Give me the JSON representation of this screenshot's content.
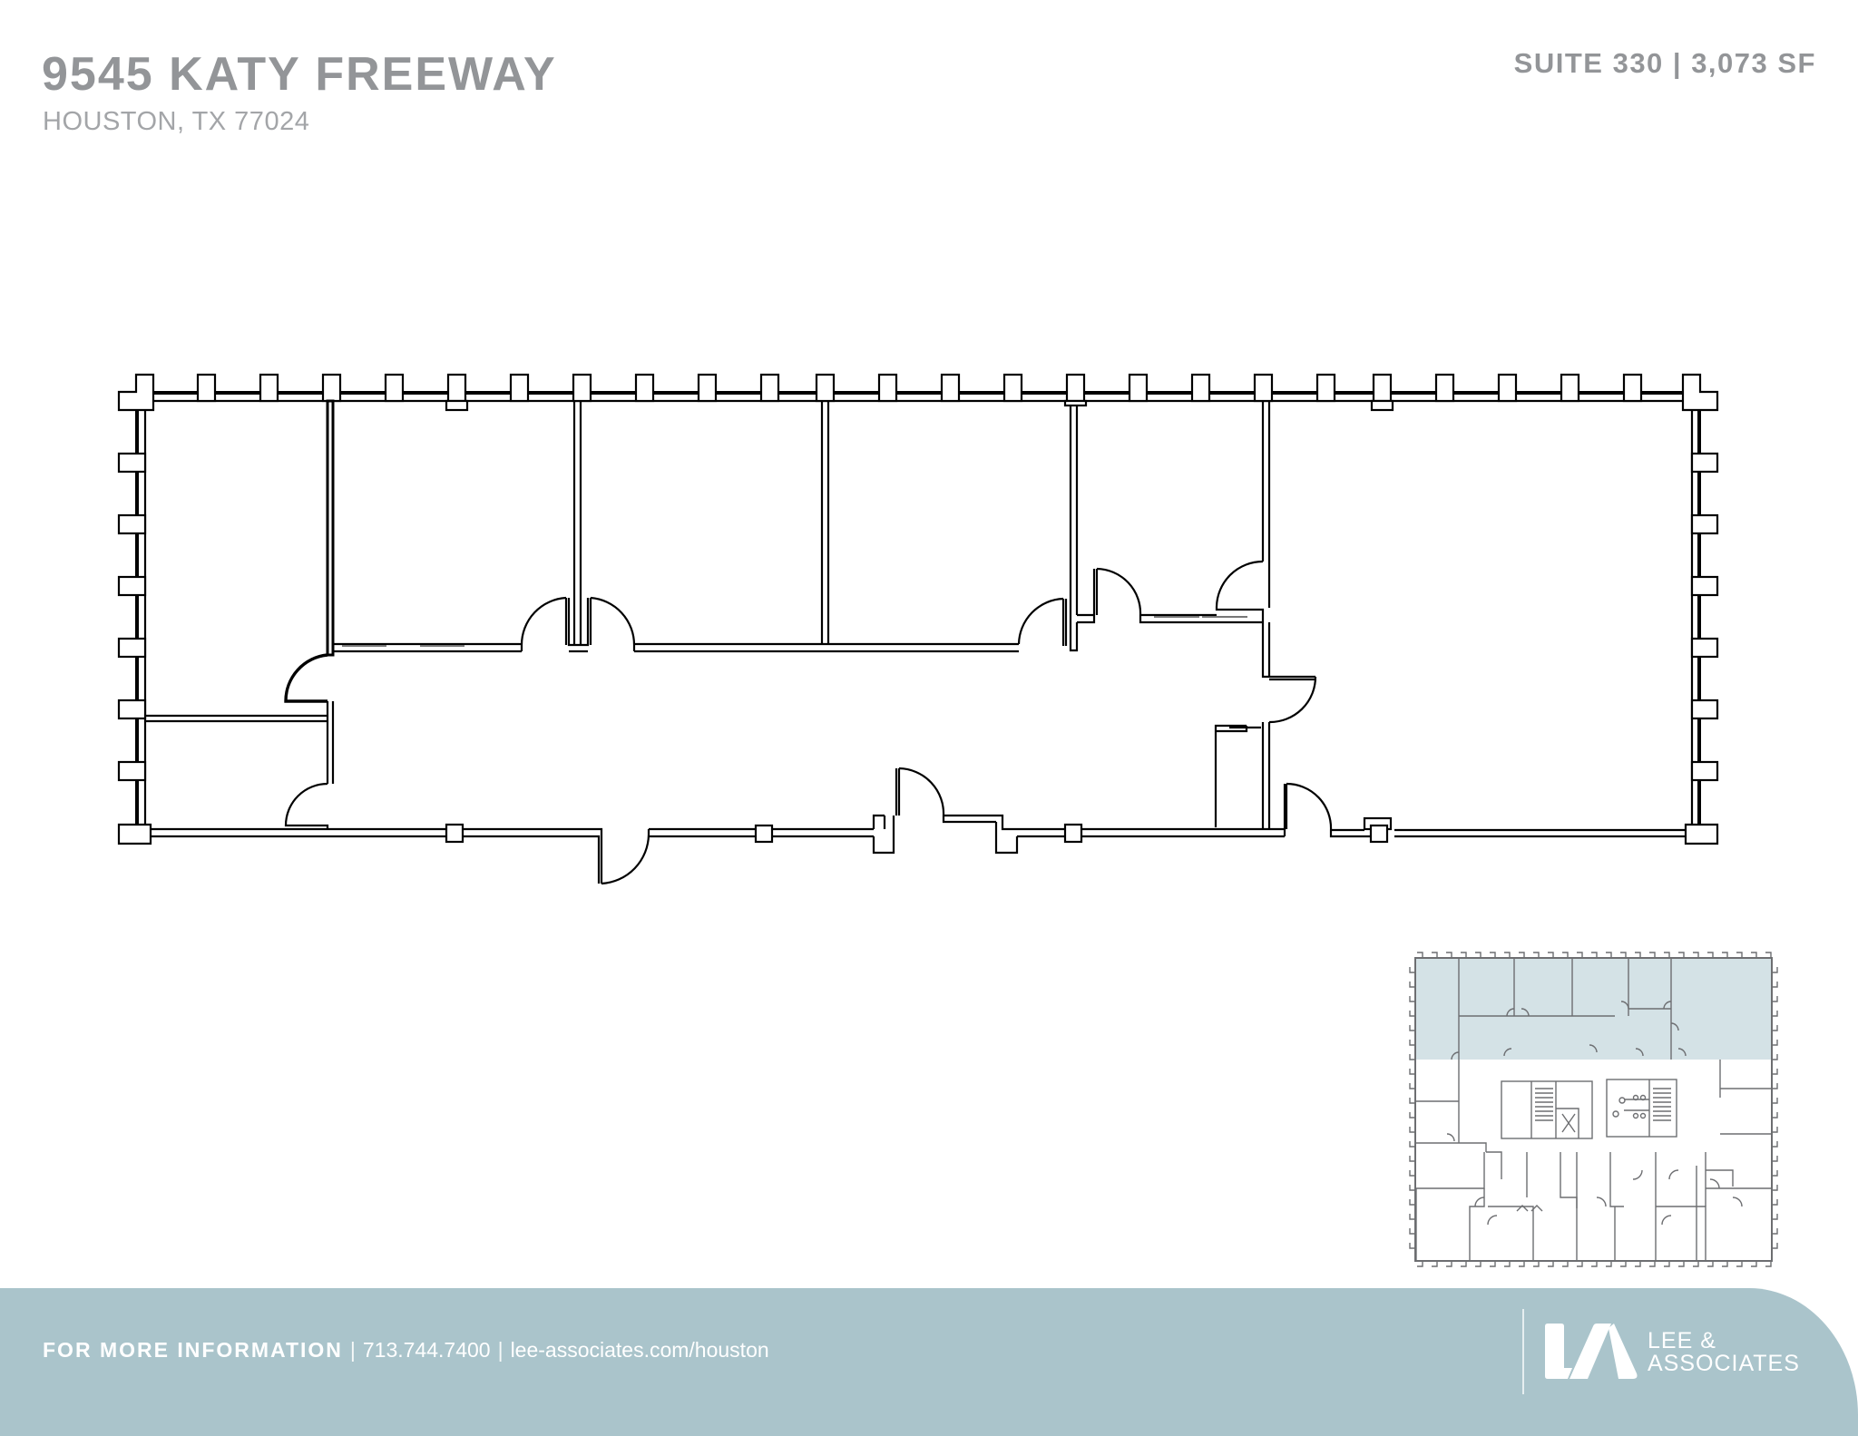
{
  "header": {
    "title": "9545 KATY FREEWAY",
    "subtitle": "HOUSTON, TX 77024",
    "suite": "SUITE 330 | 3,073 SF"
  },
  "floor_plan": {
    "label": "Suite 330 floor plan",
    "line_color": "#000000"
  },
  "key_plan": {
    "label": "Building floor key plan",
    "highlight_color": "#d4e2e6",
    "line_color": "#6d6e71"
  },
  "footer": {
    "lead": "FOR MORE INFORMATION",
    "phone": "713.744.7400",
    "website": "lee-associates.com/houston",
    "separator": "|",
    "background_color": "#aac4cb",
    "brand_line1": "LEE &",
    "brand_line2": "ASSOCIATES",
    "logo_icon": "lee-associates-logo-icon"
  }
}
